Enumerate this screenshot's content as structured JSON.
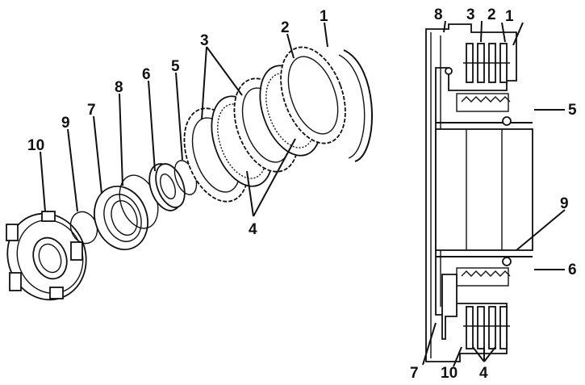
{
  "exploded_view": {
    "callouts": {
      "c1": "1",
      "c2": "2",
      "c3": "3",
      "c4": "4",
      "c5": "5",
      "c6": "6",
      "c7": "7",
      "c8": "8",
      "c9": "9",
      "c10": "10"
    }
  },
  "section_view": {
    "callouts": {
      "c1": "1",
      "c2": "2",
      "c3": "3",
      "c4": "4",
      "c5": "5",
      "c6": "6",
      "c7": "7",
      "c8": "8",
      "c9": "9",
      "c10": "10"
    }
  }
}
